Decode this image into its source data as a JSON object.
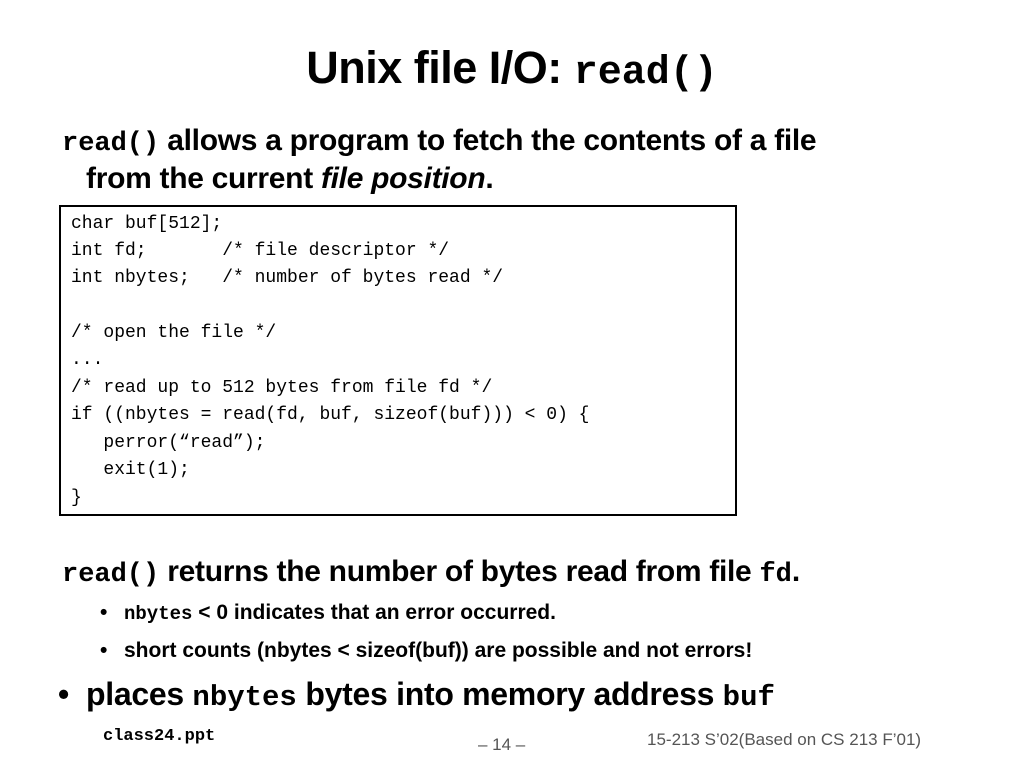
{
  "title": {
    "text": "Unix file I/O: ",
    "code": "read()"
  },
  "intro": {
    "code": "read()",
    "text_line1": " allows a program to fetch the contents of a file",
    "text_line2_start": "from the current ",
    "text_line2_italic": "file position",
    "text_line2_end": "."
  },
  "code_block": {
    "lines": [
      "char buf[512];",
      "int fd;       /* file descriptor */",
      "int nbytes;   /* number of bytes read */",
      "",
      "/* open the file */",
      "...",
      "/* read up to 512 bytes from file fd */",
      "if ((nbytes = read(fd, buf, sizeof(buf))) < 0) {",
      "   perror(“read”);",
      "   exit(1);",
      "}"
    ]
  },
  "returns": {
    "code": "read()",
    "text": " returns the number of bytes read from file ",
    "code2": "fd",
    "end": "."
  },
  "sub_bullets": [
    {
      "code": "nbytes",
      "text": " < 0 indicates that an error occurred."
    },
    {
      "text": "short counts (nbytes < sizeof(buf)) are possible and not errors!"
    }
  ],
  "places": {
    "text1": "places ",
    "code1": "nbytes",
    "text2": " bytes into memory address ",
    "code2": "buf"
  },
  "footer": {
    "left": "class24.ppt",
    "center": "– 14 –",
    "right": "15-213 S’02(Based on CS 213 F’01)"
  },
  "bullet_char": "•"
}
